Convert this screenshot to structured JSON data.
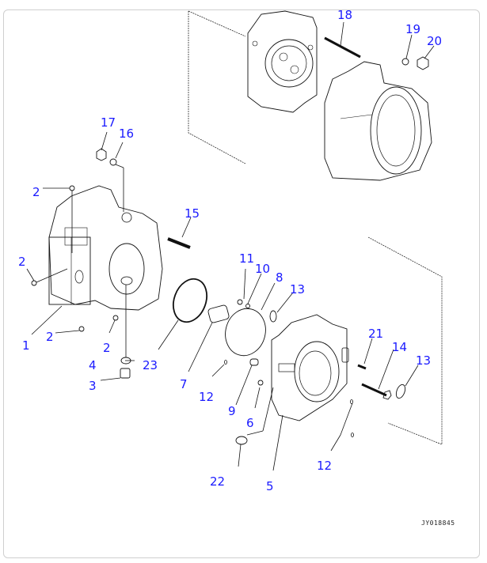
{
  "diagram": {
    "title": "Hydraulic pump / motor housing exploded parts diagram",
    "figure_id": "JY018845",
    "callout_color": "#1a1aff",
    "callouts": [
      {
        "id": "c1",
        "label": "1"
      },
      {
        "id": "c2a",
        "label": "2"
      },
      {
        "id": "c2b",
        "label": "2"
      },
      {
        "id": "c2c",
        "label": "2"
      },
      {
        "id": "c2d",
        "label": "2"
      },
      {
        "id": "c3",
        "label": "3"
      },
      {
        "id": "c4",
        "label": "4"
      },
      {
        "id": "c5",
        "label": "5"
      },
      {
        "id": "c6",
        "label": "6"
      },
      {
        "id": "c7",
        "label": "7"
      },
      {
        "id": "c8",
        "label": "8"
      },
      {
        "id": "c9",
        "label": "9"
      },
      {
        "id": "c10",
        "label": "10"
      },
      {
        "id": "c11",
        "label": "11"
      },
      {
        "id": "c12a",
        "label": "12"
      },
      {
        "id": "c12b",
        "label": "12"
      },
      {
        "id": "c13a",
        "label": "13"
      },
      {
        "id": "c13b",
        "label": "13"
      },
      {
        "id": "c14",
        "label": "14"
      },
      {
        "id": "c15",
        "label": "15"
      },
      {
        "id": "c16",
        "label": "16"
      },
      {
        "id": "c17",
        "label": "17"
      },
      {
        "id": "c18",
        "label": "18"
      },
      {
        "id": "c19",
        "label": "19"
      },
      {
        "id": "c20",
        "label": "20"
      },
      {
        "id": "c21",
        "label": "21"
      },
      {
        "id": "c22",
        "label": "22"
      },
      {
        "id": "c23",
        "label": "23"
      }
    ]
  }
}
